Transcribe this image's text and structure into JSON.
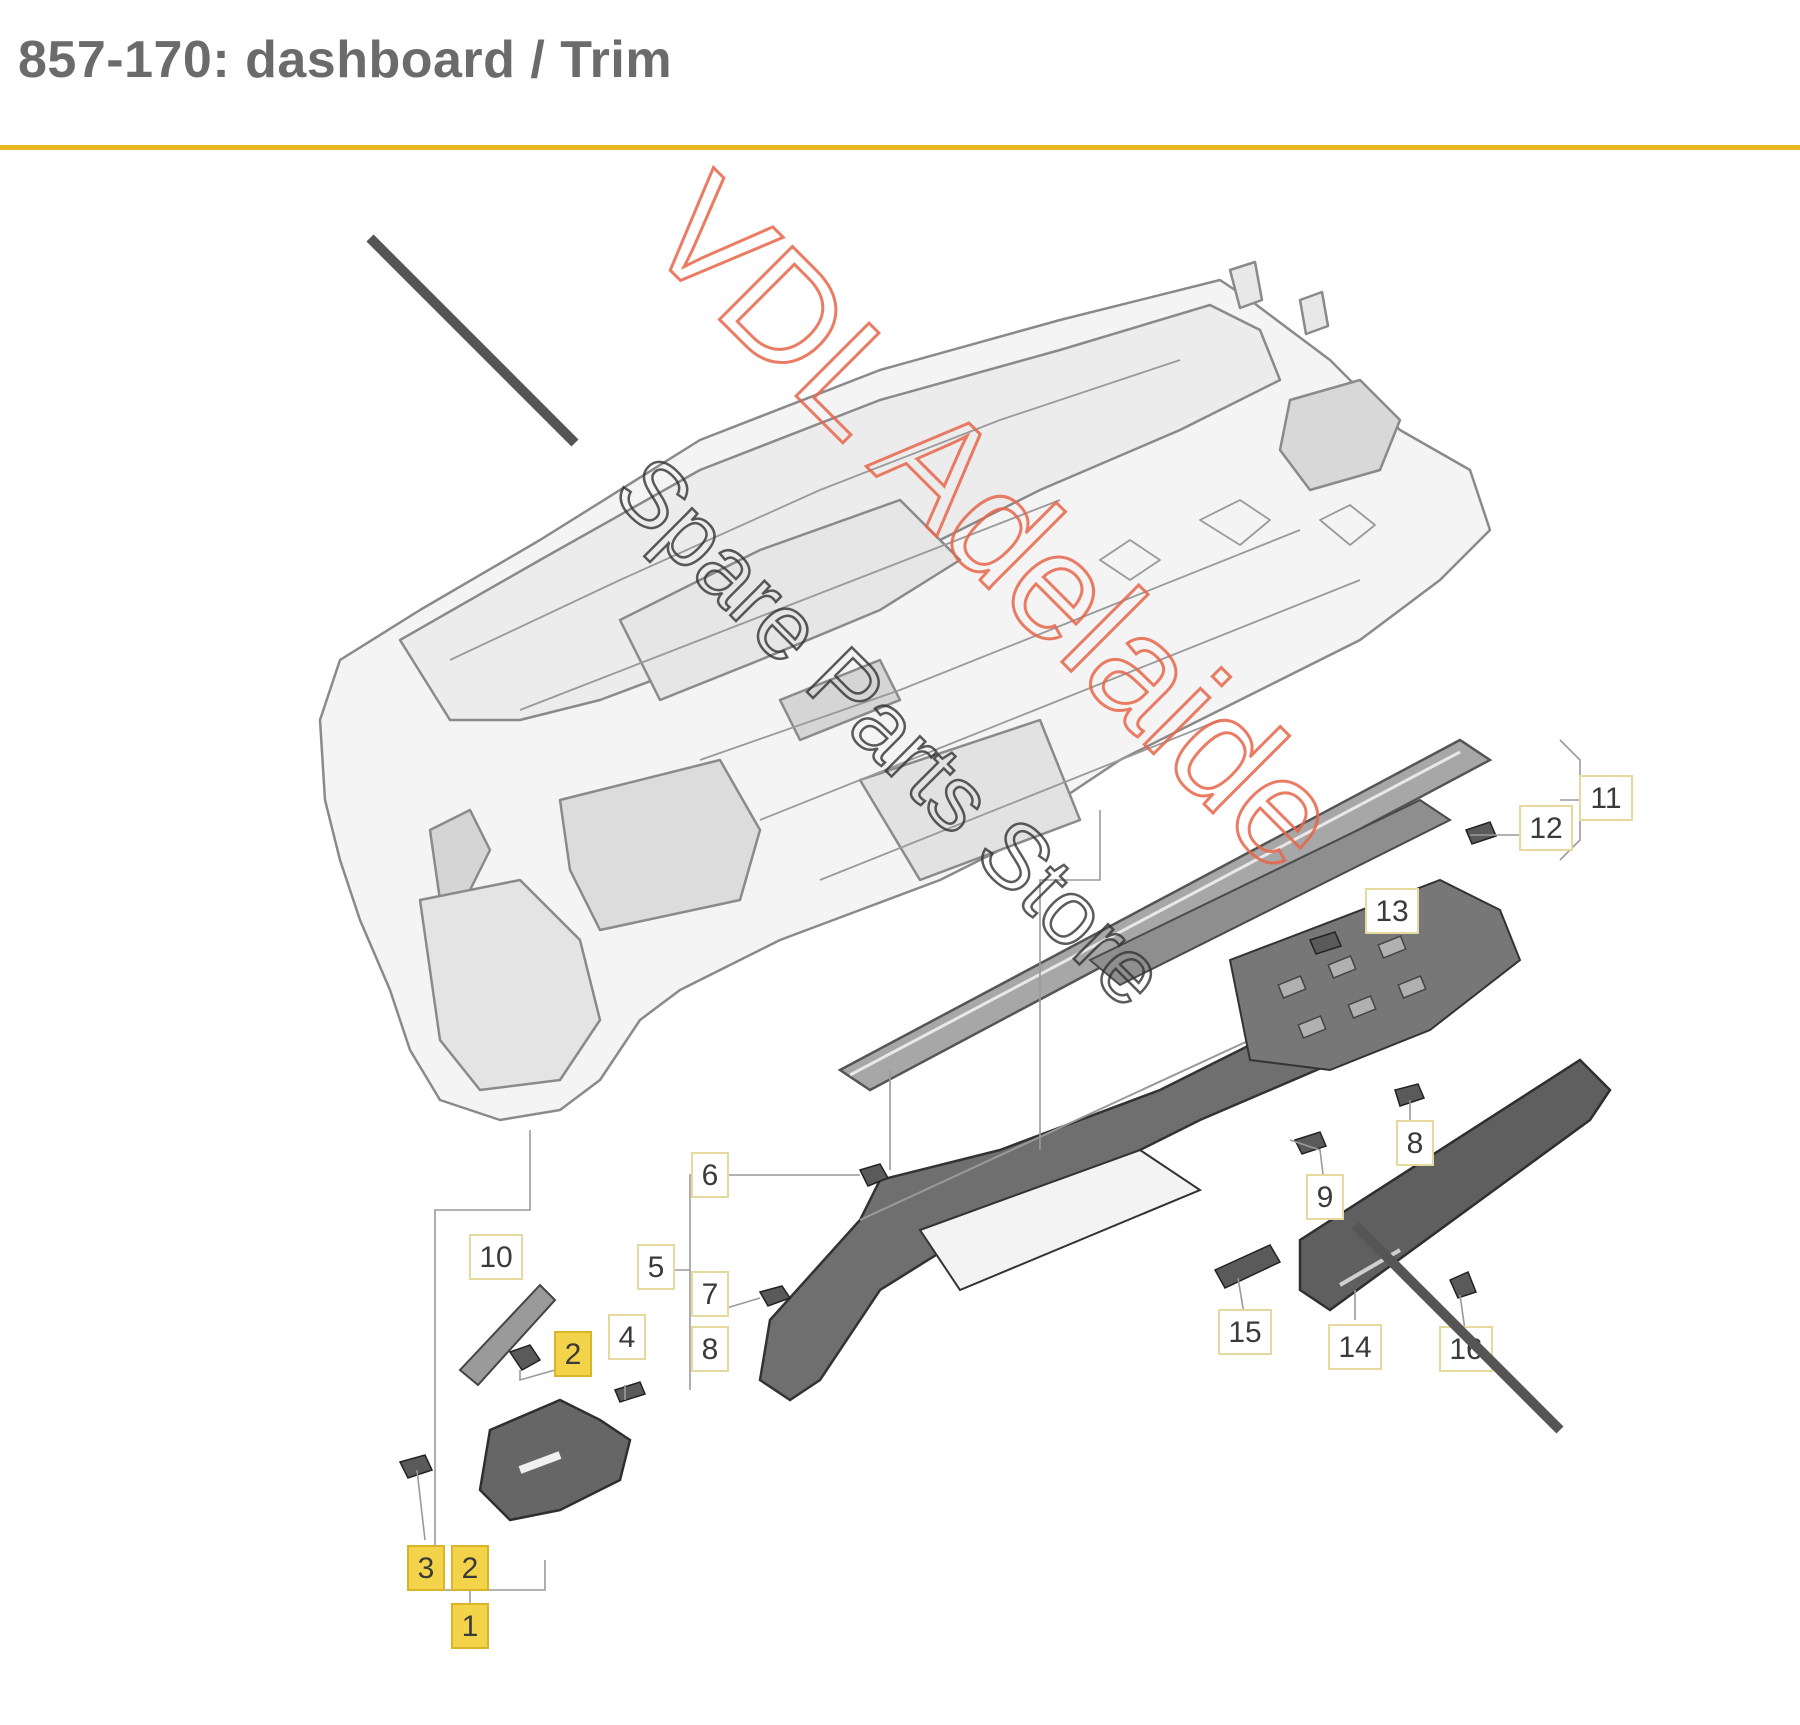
{
  "title": "857-170: dashboard / Trim",
  "colors": {
    "title_text": "#6b6b6b",
    "title_rule": "#e8b820",
    "highlight_fill": "#f3d34a",
    "highlight_border": "#d9b52a",
    "callout_box_border": "#e6d9a0",
    "watermark_red": "#e8664a",
    "watermark_dark": "#333333"
  },
  "watermark": {
    "line1": "VDL Adelaide",
    "line2": "Spare Parts Store"
  },
  "callouts": [
    {
      "label": "1",
      "highlighted": true
    },
    {
      "label": "2",
      "highlighted": true
    },
    {
      "label": "2",
      "highlighted": true
    },
    {
      "label": "3",
      "highlighted": true
    },
    {
      "label": "4",
      "highlighted": false
    },
    {
      "label": "5",
      "highlighted": false
    },
    {
      "label": "6",
      "highlighted": false
    },
    {
      "label": "7",
      "highlighted": false
    },
    {
      "label": "8",
      "highlighted": false
    },
    {
      "label": "8",
      "highlighted": false
    },
    {
      "label": "9",
      "highlighted": false
    },
    {
      "label": "10",
      "highlighted": false
    },
    {
      "label": "11",
      "highlighted": false
    },
    {
      "label": "12",
      "highlighted": false
    },
    {
      "label": "13",
      "highlighted": false
    },
    {
      "label": "14",
      "highlighted": false
    },
    {
      "label": "15",
      "highlighted": false
    },
    {
      "label": "16",
      "highlighted": false
    }
  ]
}
